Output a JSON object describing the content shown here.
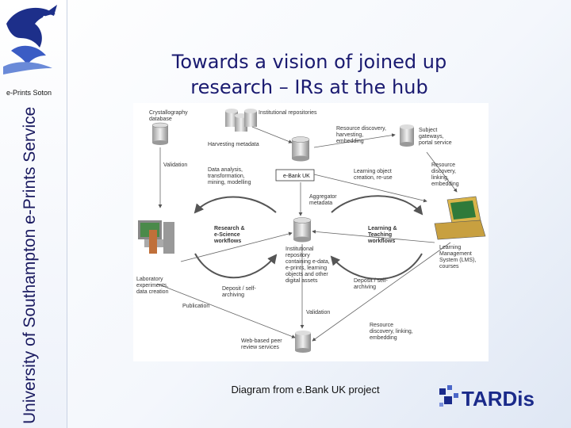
{
  "slide": {
    "title_line1": "Towards a vision of joined up",
    "title_line2": "research – IRs at the hub",
    "caption": "Diagram from e.Bank UK project"
  },
  "sidebar": {
    "service_name": "e-Prints Soton",
    "vertical_text": "University of Southampton e-Prints Service",
    "logo_icon": "dolphin-logo-icon"
  },
  "tardis_logo": {
    "text": "TARDis",
    "color": "#1a2a8a"
  },
  "diagram": {
    "labels": {
      "crystallography_database": [
        "Crystallography",
        "database"
      ],
      "institutional_repositories": "Institutional repositories",
      "resource_discovery_harvesting": [
        "Resource discovery,",
        "harvesting,",
        "embedding"
      ],
      "subject_gateways": [
        "Subject",
        "gateways,",
        "portal service"
      ],
      "harvesting_metadata": "Harvesting metadata",
      "validation_top": "Validation",
      "data_analysis": [
        "Data analysis,",
        "transformation,",
        "mining, modelling"
      ],
      "ebank_uk": "e-Bank UK",
      "learning_object_creation": [
        "Learning object",
        "creation, re-use"
      ],
      "resource_discovery_linking": [
        "Resource",
        "discovery,",
        "linking,",
        "embedding"
      ],
      "aggregator_metadata": [
        "Aggregator",
        "metadata"
      ],
      "research_workflows": [
        "Research &",
        "e-Science",
        "workflows"
      ],
      "learning_teaching_workflows": [
        "Learning &",
        "Teaching",
        "workflows"
      ],
      "learning_management": [
        "Learning",
        "Management",
        "System (LMS),",
        "courses"
      ],
      "institutional_repository": [
        "Institutional",
        "repository",
        "containing e-data,",
        "e-prints, learning",
        "objects and other",
        "digital assets"
      ],
      "laboratory_experiments": [
        "Laboratory",
        "experiments,",
        "data creation"
      ],
      "deposit_self_archiving": [
        "Deposit / self-",
        "archiving"
      ],
      "deposit_publishing": [
        "Deposit / self-",
        "archiving"
      ],
      "publication": "Publication",
      "validation_bottom": "Validation",
      "resource_discovery_bottom": [
        "Resource",
        "discovery, linking,",
        "embedding"
      ],
      "web_based_services": [
        "Web-based peer",
        "review services"
      ]
    }
  }
}
